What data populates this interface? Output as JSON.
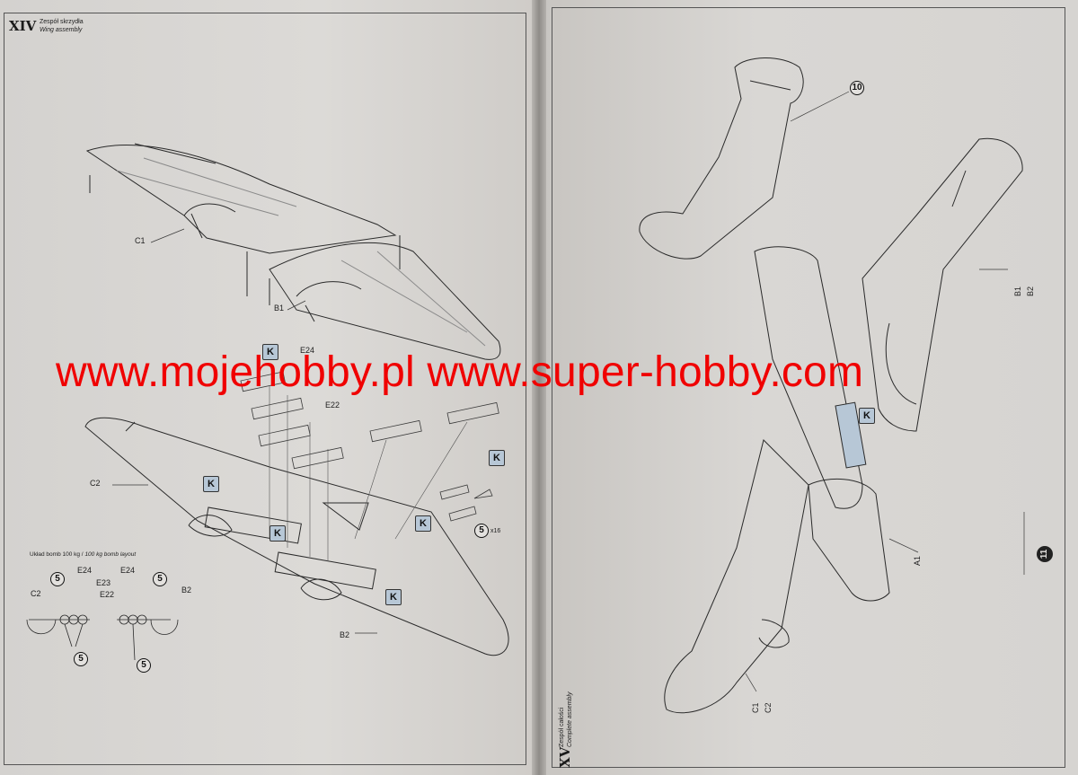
{
  "left_page": {
    "step_number": "XIV",
    "title_pl": "Zespół skrzydła",
    "title_en": "Wing assembly",
    "labels": {
      "c1": "C1",
      "b1": "B1",
      "c2": "C2",
      "b2": "B2",
      "e24": "E24",
      "e22": "E22",
      "e23": "E23",
      "multiplier": "x16"
    },
    "k_marker": "K",
    "circle_number": "5",
    "bomb_layout": {
      "title_pl": "Układ bomb 100 kg /",
      "title_en": "100 kg bomb layout",
      "c2": "C2",
      "b2": "B2",
      "e24a": "E24",
      "e23": "E23",
      "e22": "E22",
      "e24b": "E24"
    }
  },
  "right_page": {
    "step_number": "XV",
    "title_pl": "Zespół całości",
    "title_en": "Complete assembly",
    "labels": {
      "b1b2_top": "B1",
      "b1b2_bottom": "B2",
      "a1": "A1",
      "c1": "C1",
      "c2": "C2"
    },
    "callout_number": "10",
    "k_marker": "K",
    "page_number": "11"
  },
  "watermark": "www.mojehobby.pl www.super-hobby.com"
}
